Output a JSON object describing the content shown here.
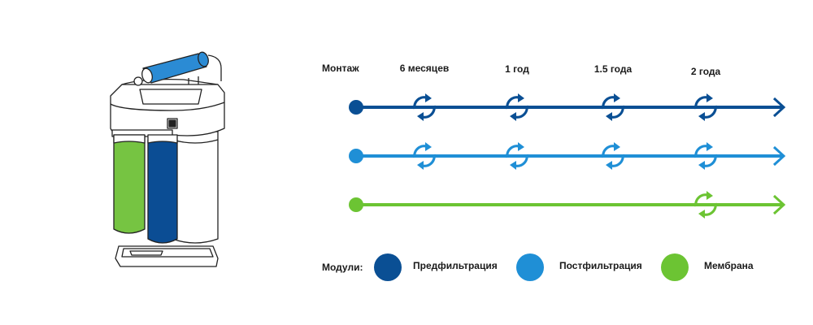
{
  "timeline": {
    "start_label": "Монтаж",
    "milestones": [
      "6 месяцев",
      "1 год",
      "1.5 года",
      "2 года"
    ]
  },
  "tracks": [
    {
      "module": "prefilter",
      "color": "#0a4f94",
      "replace_at": [
        1,
        2,
        3,
        4
      ]
    },
    {
      "module": "postfilter",
      "color": "#1f8fd6",
      "replace_at": [
        1,
        2,
        3,
        4
      ]
    },
    {
      "module": "membrane",
      "color": "#6cc433",
      "replace_at": [
        4
      ]
    }
  ],
  "legend": {
    "title": "Модули:",
    "items": [
      {
        "label": "Предфильтрация",
        "color": "#0a4f94"
      },
      {
        "label": "Постфильтрация",
        "color": "#1f8fd6"
      },
      {
        "label": "Мембрана",
        "color": "#6cc433"
      }
    ]
  },
  "device": {
    "colors": {
      "membrane": "#76c442",
      "prefilter": "#0b4d94",
      "postfilter": "#2b8bd4",
      "outline": "#222222"
    },
    "icons": [
      "filter-system-illustration"
    ]
  }
}
